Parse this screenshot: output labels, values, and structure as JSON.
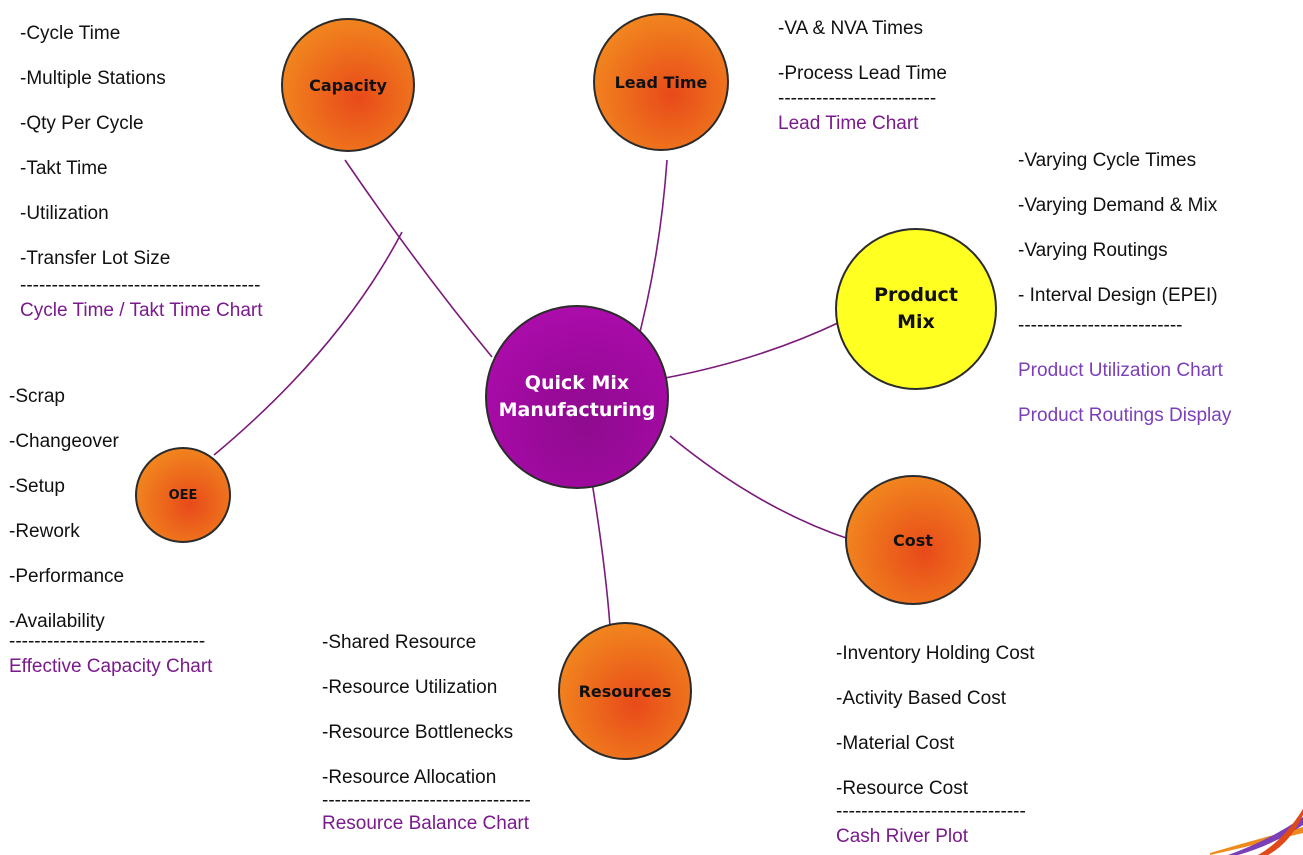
{
  "center": {
    "line1": "Quick Mix",
    "line2": "Manufacturing"
  },
  "nodes": {
    "capacity": "Capacity",
    "lead_time": "Lead Time",
    "product_mix": {
      "line1": "Product",
      "line2": "Mix"
    },
    "oee": "OEE",
    "cost": "Cost",
    "resources": "Resources"
  },
  "capacity_list": {
    "items": [
      "-Cycle Time",
      "-Multiple Stations",
      "-Qty Per Cycle",
      "-Takt Time",
      "-Utilization",
      "-Transfer Lot Size"
    ],
    "separator": "--------------------------------------",
    "link": "Cycle Time / Takt Time Chart"
  },
  "lead_time_list": {
    "items": [
      "-VA & NVA Times",
      "-Process Lead Time"
    ],
    "separator": "-------------------------",
    "link": "Lead Time Chart"
  },
  "product_mix_list": {
    "items": [
      "-Varying Cycle Times",
      "-Varying Demand & Mix",
      "-Varying Routings",
      "- Interval Design (EPEI)"
    ],
    "separator": "--------------------------",
    "links": [
      "Product Utilization Chart",
      "Product Routings Display"
    ]
  },
  "oee_list": {
    "items": [
      "-Scrap",
      "-Changeover",
      "-Setup",
      "-Rework",
      "-Performance",
      "-Availability"
    ],
    "separator": "-------------------------------",
    "link": "Effective Capacity Chart"
  },
  "resources_list": {
    "items": [
      "-Shared Resource",
      "-Resource Utilization",
      "-Resource Bottlenecks",
      "-Resource Allocation"
    ],
    "separator": "---------------------------------",
    "link": "Resource Balance Chart"
  },
  "cost_list": {
    "items": [
      "-Inventory Holding Cost",
      "-Activity Based Cost",
      "-Material Cost",
      "-Resource Cost"
    ],
    "separator": "------------------------------",
    "link": "Cash River Plot"
  },
  "colors": {
    "node_orange": "#ed6a1c",
    "center_purple": "#a30aa3",
    "product_yellow": "#ffff22",
    "connector": "#7a1a7a",
    "link_text": "#7a1a8c"
  }
}
